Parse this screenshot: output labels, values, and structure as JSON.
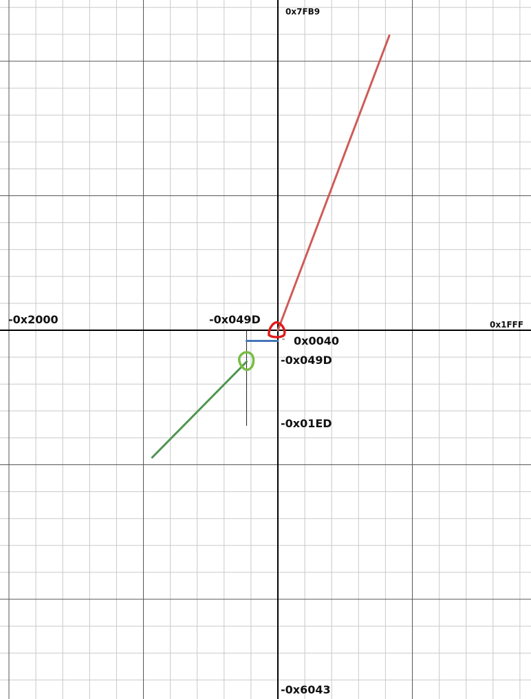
{
  "chart_data": {
    "type": "line",
    "title": "",
    "xlabel": "",
    "ylabel": "",
    "grid": true,
    "axis_labels": {
      "x_min": "-0x2000",
      "x_max": "0x1FFF",
      "x_mid": "-0x049D",
      "y_max": "0x7FB9",
      "y_min": "-0x6043"
    },
    "annotations": [
      {
        "text": "0x0040"
      },
      {
        "text": "-0x049D"
      },
      {
        "text": "-0x01ED"
      }
    ],
    "series": [
      {
        "color": "#cf5b57",
        "points": [
          [
            0,
            0
          ],
          [
            4208,
            32697
          ]
        ]
      },
      {
        "color": "#4e9550",
        "points": [
          [
            -1181,
            -3488
          ],
          [
            -4746,
            -14114
          ]
        ]
      },
      {
        "color": "#4475b8",
        "points": [
          [
            -1181,
            -1181
          ],
          [
            0,
            -1181
          ]
        ]
      }
    ],
    "markers": [
      {
        "kind": "circle",
        "color": "#e11b1b",
        "x": 0,
        "y": 0
      },
      {
        "kind": "circle",
        "color": "#77bd43",
        "x": -1181,
        "y": -3488
      }
    ],
    "guides": [
      {
        "kind": "vertical",
        "x": -1181,
        "y_from": 0,
        "y_to": -10600
      }
    ]
  }
}
